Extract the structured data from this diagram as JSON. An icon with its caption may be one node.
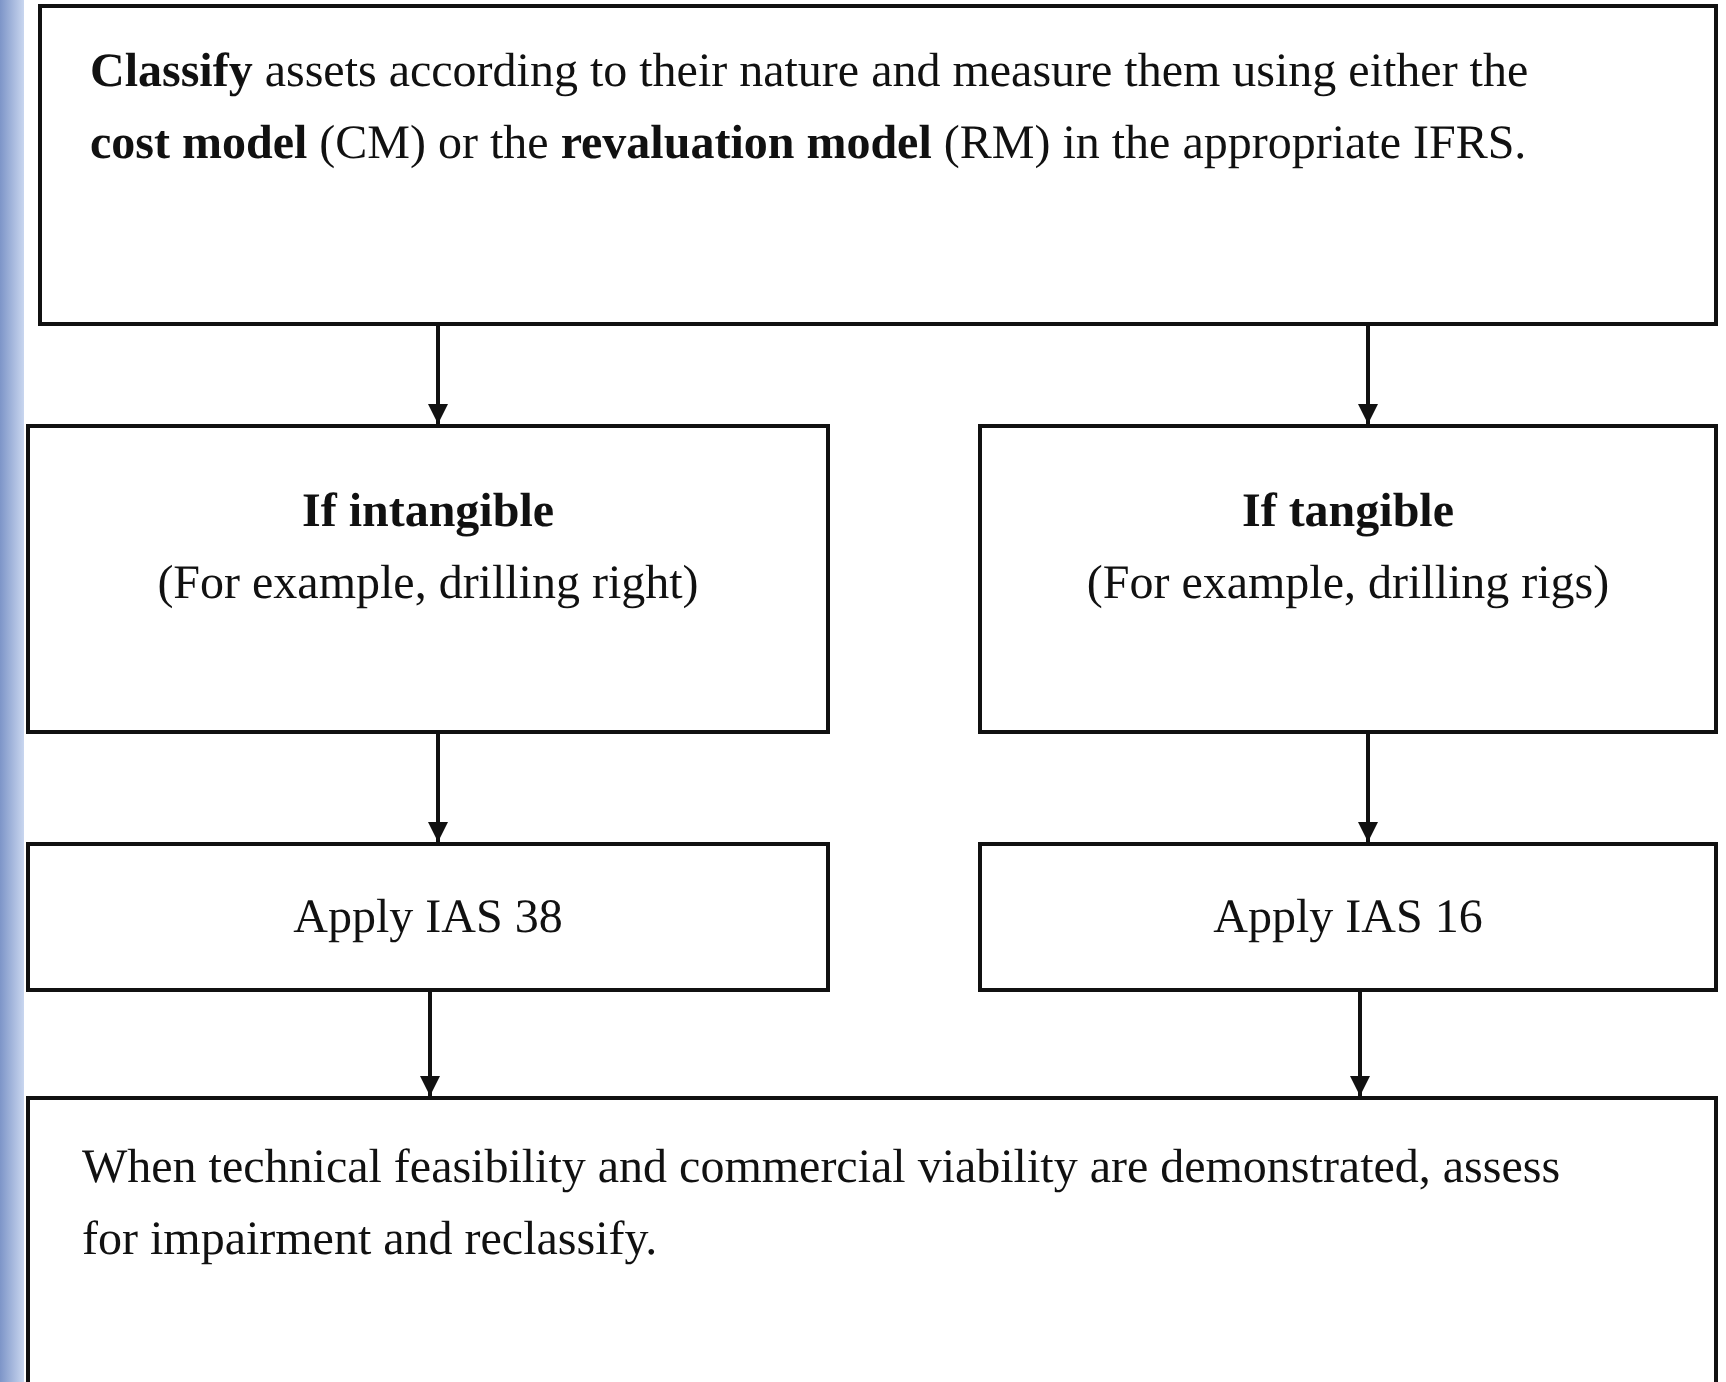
{
  "diagram": {
    "nodes": [
      {
        "text": [
          "**Classify** assets according to their nature and measure them using either the **cost model** (CM) or the **revaluation model** (RM) in the appropriate IFRS."
        ]
      },
      {
        "text": [
          "If intangible",
          "(For example, drilling right)"
        ]
      },
      {
        "text": [
          "If tangible",
          "(For example, drilling rigs)"
        ]
      },
      {
        "text": [
          "Apply IAS 38"
        ]
      },
      {
        "text": [
          "Apply IAS 16"
        ]
      },
      {
        "text": [
          "When technical feasibility and commercial viability are demonstrated, assess for impairment and reclassify."
        ]
      }
    ],
    "edges": [
      {
        "from": 0,
        "to": 1,
        "arrow": "to"
      },
      {
        "from": 0,
        "to": 2,
        "arrow": "to"
      },
      {
        "from": 1,
        "to": 3,
        "arrow": "to"
      },
      {
        "from": 2,
        "to": 4,
        "arrow": "to"
      },
      {
        "from": 3,
        "to": 5,
        "arrow": "to"
      },
      {
        "from": 4,
        "to": 5,
        "arrow": "to"
      }
    ]
  }
}
